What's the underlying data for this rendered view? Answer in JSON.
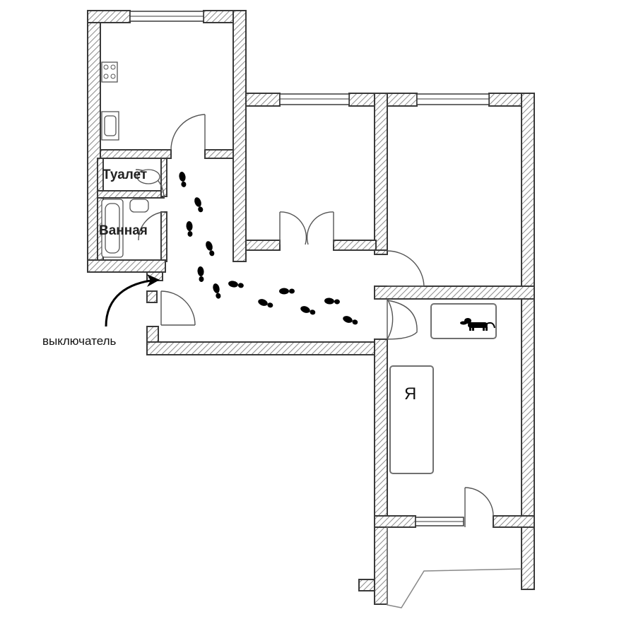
{
  "labels": {
    "toilet": "Туалет",
    "bathroom": "Ванная",
    "switch": "выключатель",
    "me": "Я"
  },
  "icons": {
    "dog": "dachshund-icon",
    "footprints": "footprints-icon",
    "arrow": "curved-arrow-icon"
  },
  "colors": {
    "wall_outline": "#3a3a3a",
    "hatch": "#8a8a8a",
    "box_border": "#707070",
    "footprints": "#000000"
  }
}
